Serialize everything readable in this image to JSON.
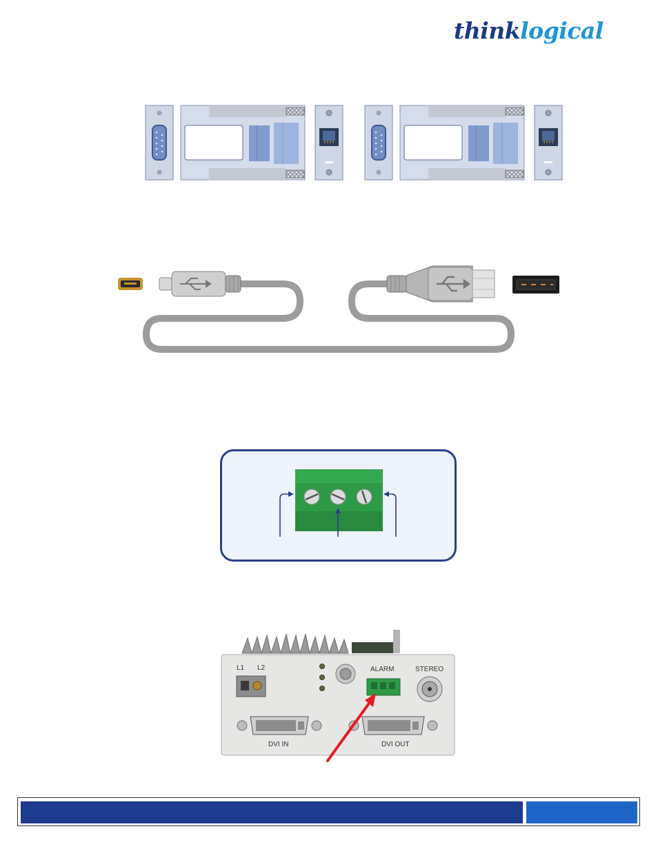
{
  "brand": {
    "part1": "think",
    "part2": "logical"
  },
  "device_panel": {
    "labels": {
      "l1": "L1",
      "l2": "L2",
      "alarm": "ALARM",
      "stereo": "STEREO",
      "dvi_in": "DVI IN",
      "dvi_out": "DVI OUT"
    }
  },
  "colors": {
    "brand_dark": "#1b3a86",
    "brand_light": "#1f95d1",
    "footer_left": "#1d3b8c",
    "footer_right": "#1f66c8",
    "terminal_green": "#2f9a46",
    "pointer_red": "#e31b23"
  },
  "icons": [
    "db9-connector-icon",
    "rj45-jack-icon",
    "mini-usb-port-icon",
    "usb-a-port-icon",
    "usb-symbol-icon",
    "screw-terminal-icon",
    "bnc-connector-icon",
    "dvi-connector-icon"
  ]
}
